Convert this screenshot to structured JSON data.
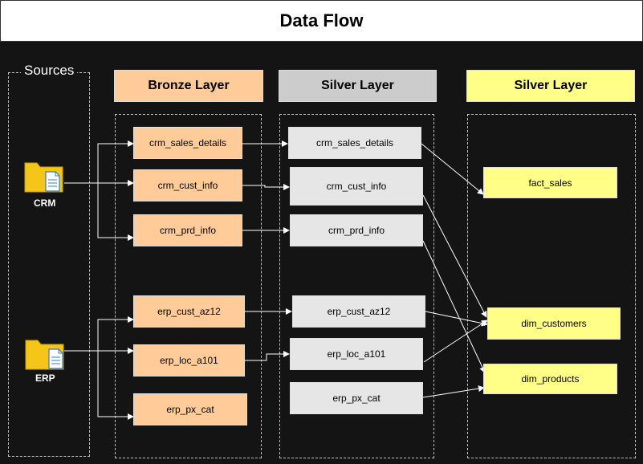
{
  "title": "Data Flow",
  "sources": {
    "label": "Sources",
    "crm_label": "CRM",
    "erp_label": "ERP"
  },
  "layers": {
    "bronze_header": "Bronze Layer",
    "silver_header": "Silver Layer",
    "gold_header": "Silver Layer"
  },
  "bronze": [
    "crm_sales_details",
    "crm_cust_info",
    "crm_prd_info",
    "erp_cust_az12",
    "erp_loc_a101",
    "erp_px_cat"
  ],
  "silver": [
    "crm_sales_details",
    "crm_cust_info",
    "crm_prd_info",
    "erp_cust_az12",
    "erp_loc_a101",
    "erp_px_cat"
  ],
  "gold": [
    "fact_sales",
    "dim_customers",
    "dim_products"
  ],
  "colors": {
    "bronze": "#ffcc99",
    "silver": "#e6e6e6",
    "gold": "#ffff88",
    "background": "#141414"
  }
}
